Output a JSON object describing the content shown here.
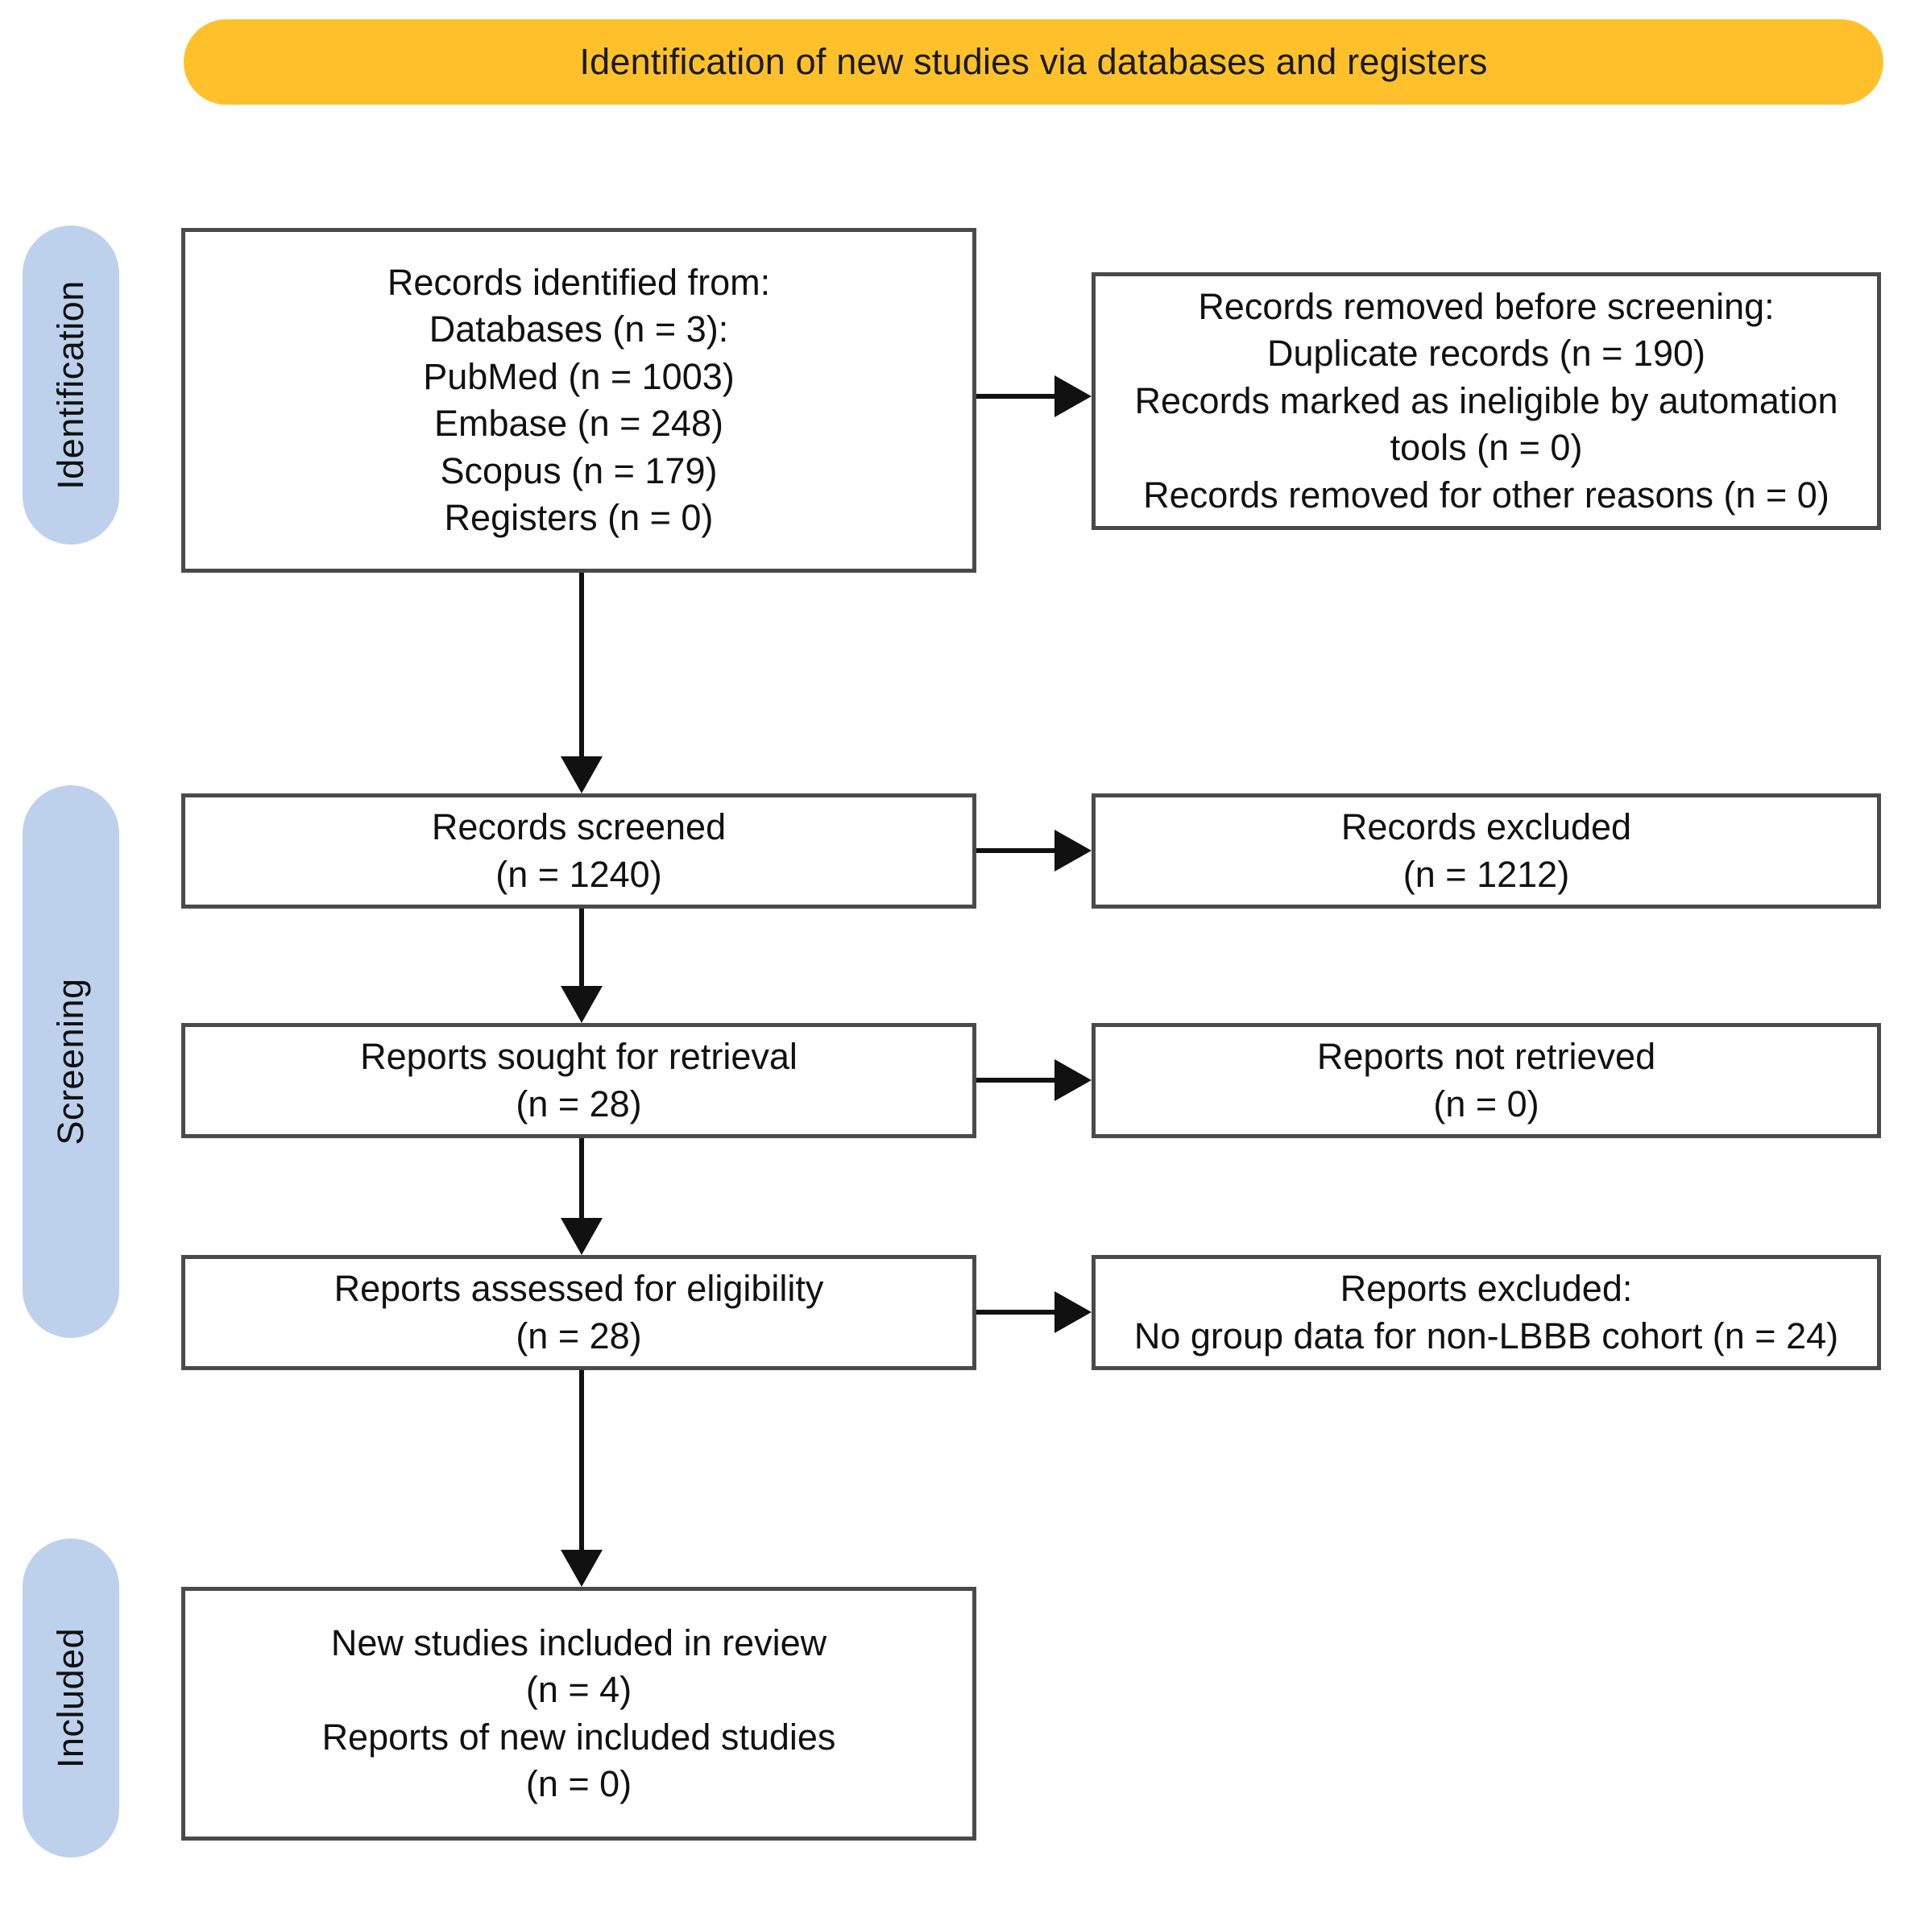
{
  "banner": {
    "title": "Identification of new studies via databases and registers",
    "color": "#FFC12B"
  },
  "stages": {
    "color": "#BDD1EC",
    "identification": "Identification",
    "screening": "Screening",
    "included": "Included"
  },
  "boxes": {
    "identified": "Records identified from:\nDatabases (n = 3):\nPubMed (n = 1003)\nEmbase (n = 248)\nScopus (n = 179)\nRegisters (n = 0)",
    "removed": "Records removed before screening:\nDuplicate records (n = 190)\nRecords marked as ineligible by automation tools (n = 0)\nRecords removed for other reasons (n = 0)",
    "screened": "Records screened\n(n = 1240)",
    "excluded": "Records excluded\n(n = 1212)",
    "sought": "Reports sought for retrieval\n(n = 28)",
    "not_retrieved": "Reports not retrieved\n(n = 0)",
    "assessed": "Reports assessed for eligibility\n(n = 28)",
    "reports_excluded": "Reports excluded:\nNo group data for non-LBBB cohort (n = 24)",
    "included": "New studies included in review\n(n = 4)\nReports of new included studies\n(n = 0)"
  },
  "chart_data": {
    "type": "diagram",
    "title": "Identification of new studies via databases and registers",
    "stages": [
      "Identification",
      "Screening",
      "Included"
    ],
    "nodes": [
      {
        "id": "identified",
        "stage": "Identification",
        "label": "Records identified from",
        "counts": {
          "Databases": 3,
          "PubMed": 1003,
          "Embase": 248,
          "Scopus": 179,
          "Registers": 0
        }
      },
      {
        "id": "removed",
        "stage": "Identification",
        "label": "Records removed before screening",
        "counts": {
          "Duplicate records": 190,
          "Records marked as ineligible by automation tools": 0,
          "Records removed for other reasons": 0
        }
      },
      {
        "id": "screened",
        "stage": "Screening",
        "label": "Records screened",
        "n": 1240
      },
      {
        "id": "excluded",
        "stage": "Screening",
        "label": "Records excluded",
        "n": 1212
      },
      {
        "id": "sought",
        "stage": "Screening",
        "label": "Reports sought for retrieval",
        "n": 28
      },
      {
        "id": "not_retrieved",
        "stage": "Screening",
        "label": "Reports not retrieved",
        "n": 0
      },
      {
        "id": "assessed",
        "stage": "Screening",
        "label": "Reports assessed for eligibility",
        "n": 28
      },
      {
        "id": "reports_excluded",
        "stage": "Screening",
        "label": "Reports excluded: No group data for non-LBBB cohort",
        "n": 24
      },
      {
        "id": "included_new_studies",
        "stage": "Included",
        "label": "New studies included in review",
        "n": 4
      },
      {
        "id": "included_reports",
        "stage": "Included",
        "label": "Reports of new included studies",
        "n": 0
      }
    ],
    "edges": [
      {
        "from": "identified",
        "to": "removed",
        "direction": "right"
      },
      {
        "from": "identified",
        "to": "screened",
        "direction": "down"
      },
      {
        "from": "screened",
        "to": "excluded",
        "direction": "right"
      },
      {
        "from": "screened",
        "to": "sought",
        "direction": "down"
      },
      {
        "from": "sought",
        "to": "not_retrieved",
        "direction": "right"
      },
      {
        "from": "sought",
        "to": "assessed",
        "direction": "down"
      },
      {
        "from": "assessed",
        "to": "reports_excluded",
        "direction": "right"
      },
      {
        "from": "assessed",
        "to": "included_new_studies",
        "direction": "down"
      }
    ]
  }
}
